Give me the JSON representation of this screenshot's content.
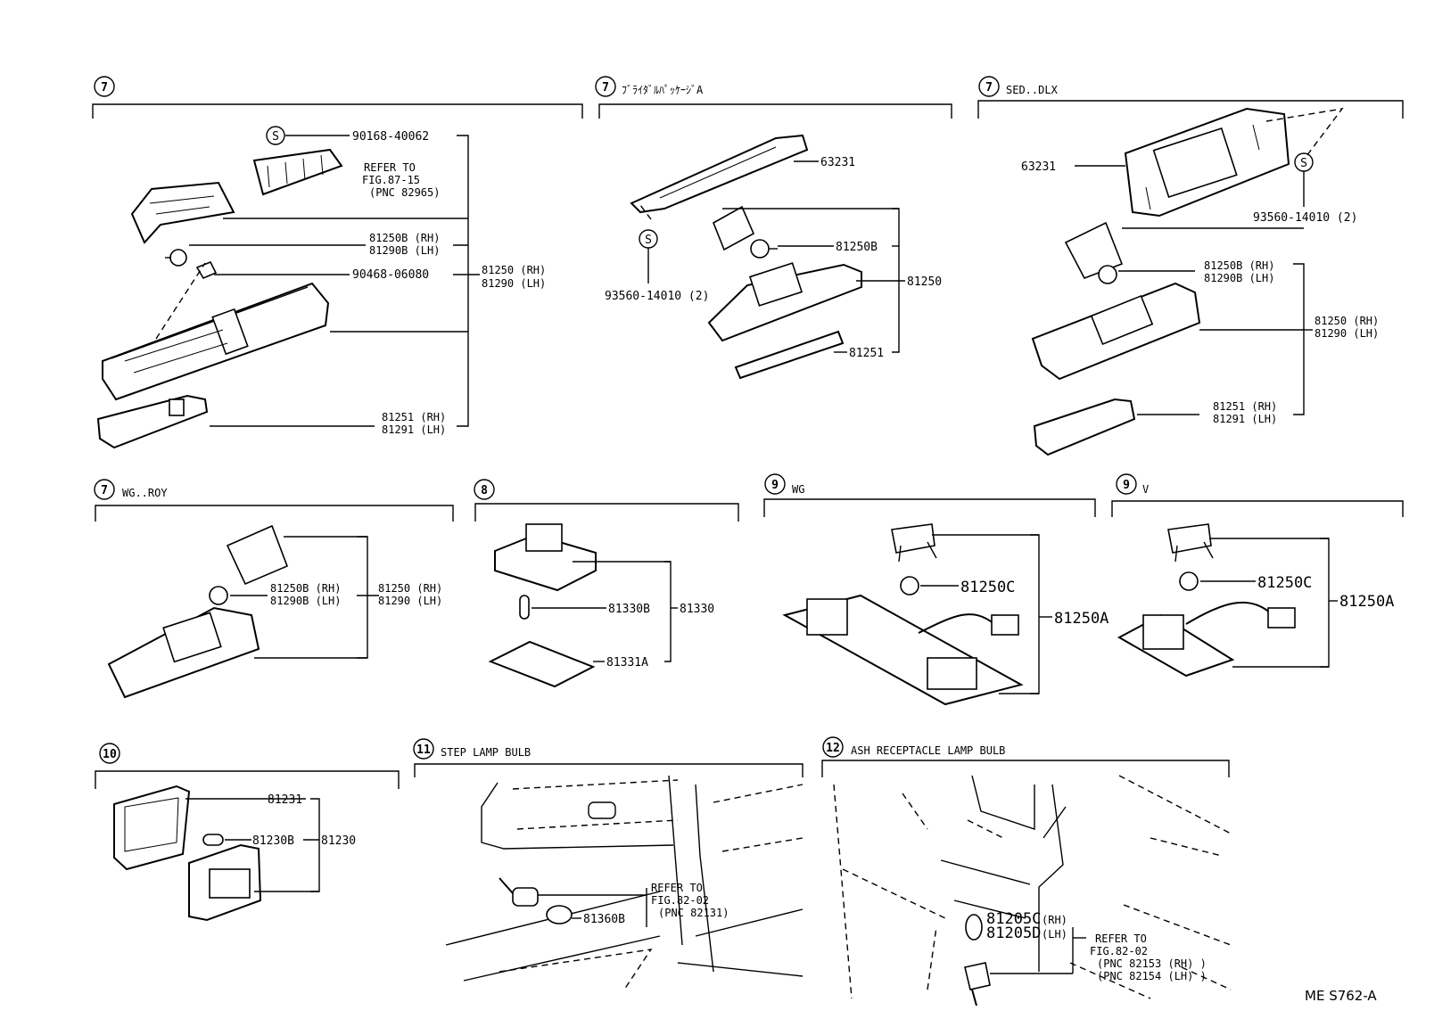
{
  "sections": [
    {
      "id": "7",
      "caption": "",
      "labels": [
        "90168-40062",
        "REFER TO",
        "FIG.87-15",
        "(PNC 82965)",
        "81250B (RH)",
        "81290B (LH)",
        "90468-06080",
        "81250 (RH)",
        "81290 (LH)",
        "81251 (RH)",
        "81291 (LH)"
      ],
      "symbol": "S"
    },
    {
      "id": "7",
      "caption": "ﾌﾞﾗｲﾀﾞﾙﾊﾟｯｹｰｼﾞA",
      "labels": [
        "63231",
        "81250B",
        "81250",
        "81251",
        "93560-14010 (2)"
      ],
      "symbol": "S"
    },
    {
      "id": "7",
      "caption": "SED..DLX",
      "labels": [
        "63231",
        "93560-14010 (2)",
        "81250B (RH)",
        "81290B (LH)",
        "81250 (RH)",
        "81290 (LH)",
        "81251 (RH)",
        "81291 (LH)"
      ],
      "symbol": "S"
    },
    {
      "id": "7",
      "caption": "WG..ROY",
      "labels": [
        "81250B (RH)",
        "81290B (LH)",
        "81250 (RH)",
        "81290 (LH)"
      ]
    },
    {
      "id": "8",
      "caption": "",
      "labels": [
        "81330B",
        "81330",
        "81331A"
      ]
    },
    {
      "id": "9",
      "caption": "WG",
      "labels": [
        "81250C",
        "81250A"
      ]
    },
    {
      "id": "9",
      "caption": "V",
      "labels": [
        "81250C",
        "81250A"
      ]
    },
    {
      "id": "10",
      "caption": "",
      "labels": [
        "81231",
        "81230B",
        "81230"
      ]
    },
    {
      "id": "11",
      "caption": "STEP LAMP BULB",
      "labels": [
        "REFER TO",
        "FIG.82-02",
        "(PNC 82131)",
        "81360B"
      ]
    },
    {
      "id": "12",
      "caption": "ASH RECEPTACLE LAMP BULB",
      "labels": [
        "81205C",
        "(RH)",
        "81205D",
        "(LH)",
        "REFER TO",
        "FIG.82-02",
        "(PNC 82153 (RH) )",
        "(PNC 82154 (LH) )"
      ]
    }
  ],
  "drawing_code": "ME S762-A"
}
